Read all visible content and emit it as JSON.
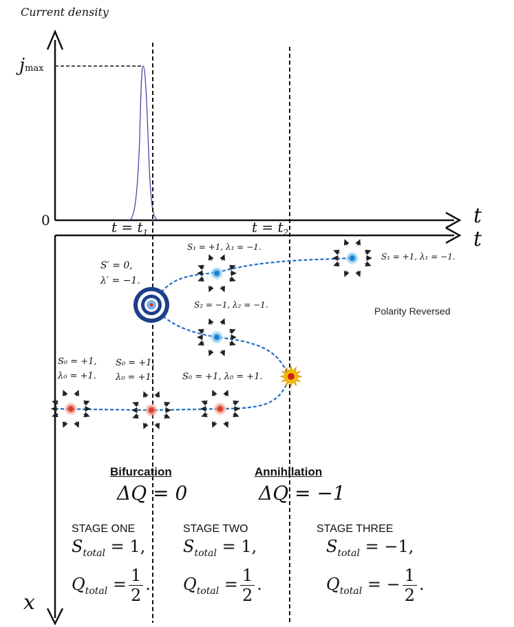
{
  "top_axis": {
    "y_label": "Current density",
    "jmax_symbol": "j",
    "jmax_subscript": "max",
    "zero_label": "0",
    "t_label": "t",
    "t1_label": "t = t",
    "t1_sub": "1",
    "t2_label": "t = t",
    "t2_sub": "2"
  },
  "bottom_axis": {
    "t_label": "t",
    "x_label": "x"
  },
  "charges": {
    "initial_a": {
      "line1": "S₀ = +1,",
      "line2": "λ₀ = +1."
    },
    "initial_b": {
      "line1": "S₀ = +1,",
      "line2": "λ₀ = +1."
    },
    "initial_c": {
      "line1": "S₀ = +1, λ₀ = +1."
    },
    "bifurcation_point": {
      "line1": "S′ = 0,",
      "line2": "λ′ = −1."
    },
    "upper_branch": {
      "line1": "S₁ = +1, λ₁ = −1."
    },
    "lower_branch": {
      "line1": "S₂ = −1, λ₂ = −1."
    },
    "final": {
      "line1": "S₁ = +1, λ₁ = −1."
    }
  },
  "polarity_note": "Polarity Reversed",
  "events": [
    {
      "title": "Bifurcation",
      "delta": "ΔQ = 0"
    },
    {
      "title": "Annihilation",
      "delta": "ΔQ = −1"
    }
  ],
  "stages": [
    {
      "name": "STAGE ONE",
      "s_total": "S",
      "s_sub": "total",
      "s_value": "= 1,",
      "q_total": "Q",
      "q_sub": "total",
      "q_sign": "=",
      "q_num": "1",
      "q_den": "2",
      "q_end": "."
    },
    {
      "name": "STAGE TWO",
      "s_total": "S",
      "s_sub": "total",
      "s_value": "= 1,",
      "q_total": "Q",
      "q_sub": "total",
      "q_sign": "=",
      "q_num": "1",
      "q_den": "2",
      "q_end": "."
    },
    {
      "name": "STAGE THREE",
      "s_total": "S",
      "s_sub": "total",
      "s_value": "= −1,",
      "q_total": "Q",
      "q_sub": "total",
      "q_sign": "= −",
      "q_num": "1",
      "q_den": "2",
      "q_end": "."
    }
  ],
  "colors": {
    "axis": "#111111",
    "pulse": "#3a3aa8",
    "trajectory": "#1f6fc4",
    "defect_red": "#d83a2a",
    "defect_blue": "#2a8fd6",
    "target": "#1d3f8a",
    "star_fill": "#f2c200",
    "star_core": "#d81e1e"
  },
  "icons": {
    "arrow": "arrowhead-icon",
    "defect": "vortex-defect-icon",
    "target": "target-ring-icon",
    "star": "annihilation-star-icon"
  }
}
